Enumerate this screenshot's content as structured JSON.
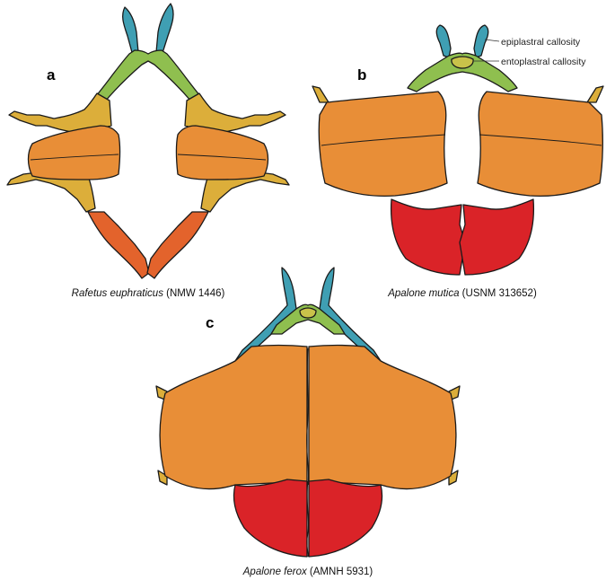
{
  "colors": {
    "epiplastron": "#3f9fb3",
    "entoplastron": "#8fbf4f",
    "hyoplastron_process": "#dcae3a",
    "hyo_hypoplastron": "#e88e37",
    "xiphiplastron_a": "#e3632c",
    "xiphiplastron": "#da2328",
    "outline": "#1a1a1a"
  },
  "panels": [
    {
      "letter": "a",
      "caption_italic": "Rafetus euphraticus",
      "caption_rest": " (NMW 1446)"
    },
    {
      "letter": "b",
      "caption_italic": "Apalone mutica",
      "caption_rest": " (USNM 313652)"
    },
    {
      "letter": "c",
      "caption_italic": "Apalone ferox",
      "caption_rest": " (AMNH 5931)"
    }
  ],
  "callouts": {
    "epiplastral": "epiplastral callosity",
    "entoplastral": "entoplastral callosity"
  },
  "icons": {
    "plastron": "plastron-illustration"
  }
}
